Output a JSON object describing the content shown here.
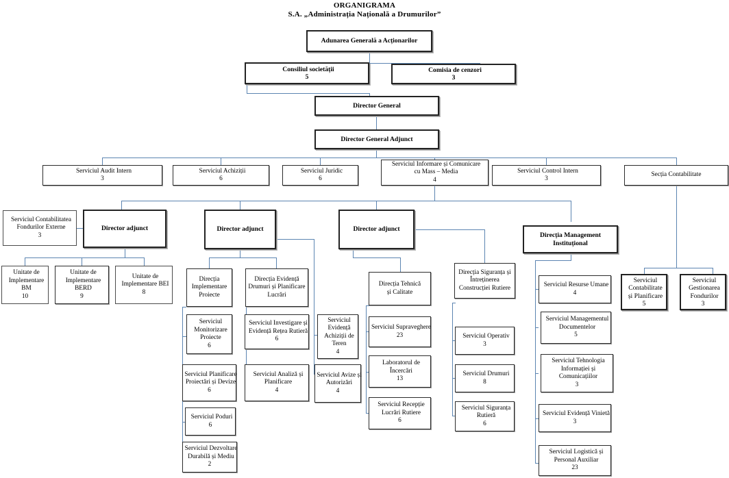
{
  "title": {
    "line1": "ORGANIGRAMA",
    "line2": "S.A. „Administrația Națională a Drumurilor”"
  },
  "colors": {
    "connector": "#5b84b1",
    "box_border": "#2b2b2b",
    "background": "#ffffff"
  },
  "nodes": {
    "adunarea": {
      "label": "Adunarea Generală a Acționarilor",
      "count": ""
    },
    "consiliul": {
      "label": "Consiliul societății",
      "count": "5"
    },
    "comisia": {
      "label": "Comisia de cenzori",
      "count": "3"
    },
    "director_general": {
      "label": "Director General",
      "count": ""
    },
    "director_general_adjunct": {
      "label": "Director General Adjunct",
      "count": ""
    },
    "audit_intern": {
      "label": "Serviciul Audit Intern",
      "count": "3"
    },
    "achizitii": {
      "label": "Serviciul Achiziții",
      "count": "6"
    },
    "juridic": {
      "label": "Serviciul Juridic",
      "count": "6"
    },
    "mass_media": {
      "label": "Serviciul Informare și Comunicare\ncu Mass – Media",
      "count": "4"
    },
    "control_intern": {
      "label": "Serviciul Control Intern",
      "count": "3"
    },
    "sectia_contabilitate": {
      "label": "Secția Contabilitate",
      "count": ""
    },
    "contab_fonduri_externe": {
      "label": "Serviciul Contabilitatea\nFondurilor Externe",
      "count": "3"
    },
    "director_adjunct_1": {
      "label": "Director adjunct",
      "count": ""
    },
    "director_adjunct_2": {
      "label": "Director adjunct",
      "count": ""
    },
    "director_adjunct_3": {
      "label": "Director adjunct",
      "count": ""
    },
    "mgmt_institutional": {
      "label": "Direcția Management Instituțional",
      "count": ""
    },
    "uip_bm": {
      "label": "Unitate de\nImplementare\nBM",
      "count": "10"
    },
    "uip_berd": {
      "label": "Unitate de\nImplementare\nBERD",
      "count": "9"
    },
    "uip_bei": {
      "label": "Unitate de\nImplementare BEI",
      "count": "8"
    },
    "dir_impl_proiecte": {
      "label": "Direcția\nImplementare\nProiecte",
      "count": ""
    },
    "monit_proiecte": {
      "label": "Serviciul\nMonitorizare\nProiecte",
      "count": "6"
    },
    "planif_proiectari": {
      "label": "Serviciul Planificare\nProiectări  și Devize",
      "count": "6"
    },
    "poduri": {
      "label": "Serviciul Poduri",
      "count": "6"
    },
    "dezv_durabila": {
      "label": "Serviciul Dezvoltare\nDurabilă și Mediu",
      "count": "2"
    },
    "dir_evidenta_drumuri": {
      "label": "Direcția Evidență\nDrumuri și Planificare\nLucrări",
      "count": ""
    },
    "investigare_retea": {
      "label": "Serviciul Investigare și\nEvidență Rețea Rutieră",
      "count": "6"
    },
    "analiza_planificare": {
      "label": "Serviciul Analiză și\nPlanificare",
      "count": "4"
    },
    "evidenta_achizitii_teren": {
      "label": "Serviciul\nEvidență\nAchiziții de\nTeren",
      "count": "4"
    },
    "avize_autorizari": {
      "label": "Serviciul Avize și\nAutorizări",
      "count": "4"
    },
    "dir_tehnica_calitate": {
      "label": "Direcția Tehnică\nși Calitate",
      "count": ""
    },
    "supraveghere": {
      "label": "Serviciul Supraveghere",
      "count": "23"
    },
    "laborator_incercari": {
      "label": "Laboratorul de\nÎncercări",
      "count": "13"
    },
    "receptie_lucrari": {
      "label": "Serviciul Recepție\nLucrări Rutiere",
      "count": "6"
    },
    "dir_siguranta": {
      "label": "Direcția Siguranța și\nÎntreținerea\nConstrucției Rutiere",
      "count": ""
    },
    "operativ": {
      "label": "Serviciul Operativ",
      "count": "3"
    },
    "drumuri": {
      "label": "Serviciul Drumuri",
      "count": "8"
    },
    "siguranta_rutiera": {
      "label": "Serviciul Siguranța\nRutieră",
      "count": "6"
    },
    "resurse_umane": {
      "label": "Serviciul  Resurse Umane",
      "count": "4"
    },
    "mgmt_documente": {
      "label": "Serviciul Managementul\nDocumentelor",
      "count": "5"
    },
    "tehnologia_info": {
      "label": "Serviciul Tehnologia\nInformației și\nComunicațiilor",
      "count": "3"
    },
    "evidenta_vinieta": {
      "label": "Serviciul  Evidență Vinietă",
      "count": "3"
    },
    "logistica": {
      "label": "Serviciul Logistică și\nPersonal Auxiliar",
      "count": "23"
    },
    "contab_planificare": {
      "label": "Serviciul\nContabilitate\nși Planificare",
      "count": "5"
    },
    "gestionarea_fondurilor": {
      "label": "Serviciul\nGestionarea\nFondurilor",
      "count": "3"
    }
  }
}
